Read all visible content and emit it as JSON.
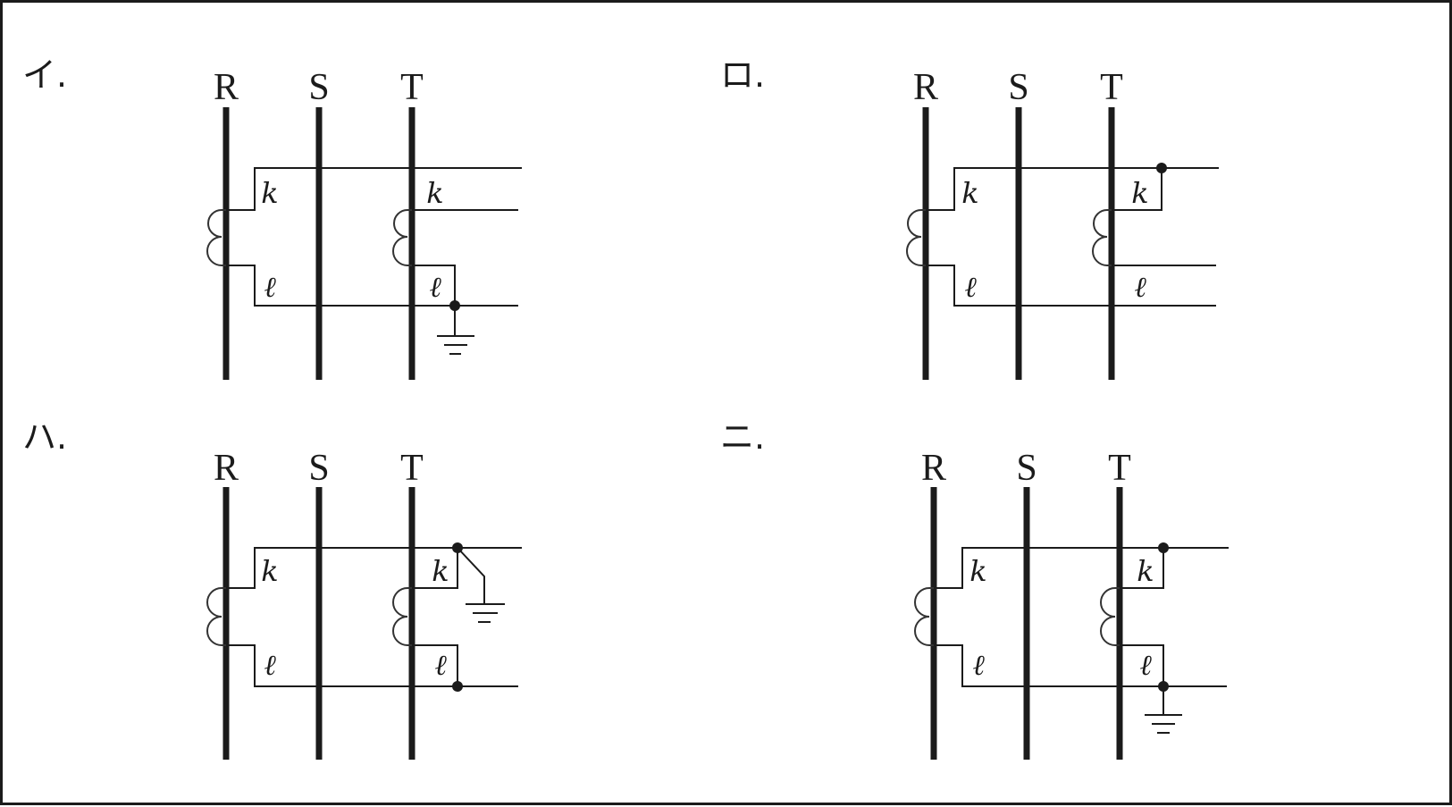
{
  "options": [
    {
      "label": "イ.",
      "buses": [
        "R",
        "S",
        "T"
      ],
      "terminals": {
        "k": "k",
        "l": "ℓ"
      },
      "variant": "i"
    },
    {
      "label": "ロ.",
      "buses": [
        "R",
        "S",
        "T"
      ],
      "terminals": {
        "k": "k",
        "l": "ℓ"
      },
      "variant": "ro"
    },
    {
      "label": "ハ.",
      "buses": [
        "R",
        "S",
        "T"
      ],
      "terminals": {
        "k": "k",
        "l": "ℓ"
      },
      "variant": "ha"
    },
    {
      "label": "ニ.",
      "buses": [
        "R",
        "S",
        "T"
      ],
      "terminals": {
        "k": "k",
        "l": "ℓ"
      },
      "variant": "ni"
    }
  ]
}
